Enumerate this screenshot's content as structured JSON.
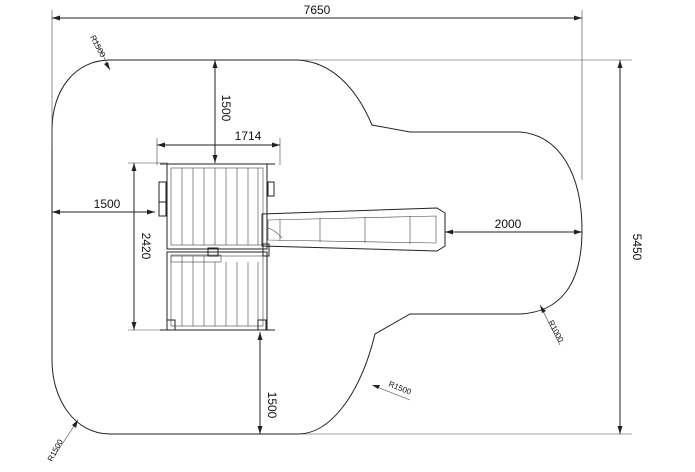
{
  "drawing": {
    "overall_width": "7650",
    "overall_height": "5450",
    "top_clearance": "1500",
    "deck_width": "1714",
    "left_clearance": "1500",
    "deck_depth": "2420",
    "slide_clearance": "2000",
    "bottom_clearance": "1500",
    "radius_top_left": "R1500",
    "radius_bottom_left": "R1500",
    "radius_bottom_right_small": "R1000",
    "radius_bottom_mid": "R1500"
  }
}
